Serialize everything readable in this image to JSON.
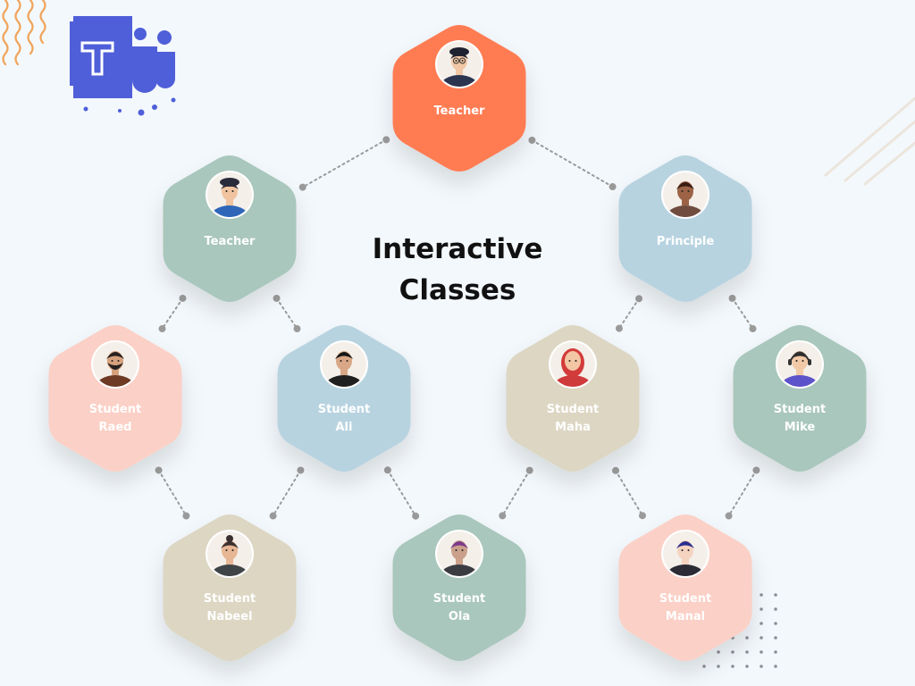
{
  "title": {
    "line1": "Interactive",
    "line2": "Classes"
  },
  "logo": {
    "icon": "microsoft-teams-logo",
    "letter": "T",
    "color": "#4f5fd9"
  },
  "colors": {
    "orange": "#ff7b52",
    "sage": "#a9c7bc",
    "blue": "#b8d3e0",
    "pink": "#fbd0c6",
    "beige": "#dcd6c3",
    "text_white": "#ffffff",
    "connector": "#9a9a9a"
  },
  "nodes": [
    {
      "id": "teacher-top",
      "role": "Teacher",
      "name": "",
      "color": "orange",
      "avatar": {
        "skin": "#f1c7a5",
        "hair": "#1f2230",
        "shirt": "#2b3550",
        "accessory": "hat-glasses"
      }
    },
    {
      "id": "teacher-left",
      "role": "Teacher",
      "name": "",
      "color": "sage",
      "avatar": {
        "skin": "#f0c4a0",
        "hair": "#2a2b3a",
        "shirt": "#2f66b8",
        "accessory": "beret"
      }
    },
    {
      "id": "principle",
      "role": "Principle",
      "name": "",
      "color": "blue",
      "avatar": {
        "skin": "#9c6346",
        "hair": "#3a1d12",
        "shirt": "#6f4c3e",
        "accessory": ""
      }
    },
    {
      "id": "student-raed",
      "role": "Student",
      "name": "Raed",
      "color": "pink",
      "avatar": {
        "skin": "#d7a07d",
        "hair": "#262020",
        "shirt": "#6e3a24",
        "accessory": "beard"
      }
    },
    {
      "id": "student-ali",
      "role": "Student",
      "name": "Ali",
      "color": "blue",
      "avatar": {
        "skin": "#d9a786",
        "hair": "#161616",
        "shirt": "#1f1f1f",
        "accessory": ""
      }
    },
    {
      "id": "student-maha",
      "role": "Student",
      "name": "Maha",
      "color": "beige",
      "avatar": {
        "skin": "#f3c6a4",
        "hair": "#d33b3b",
        "shirt": "#cf3a3a",
        "accessory": "hijab"
      }
    },
    {
      "id": "student-mike",
      "role": "Student",
      "name": "Mike",
      "color": "sage",
      "avatar": {
        "skin": "#f2c9a7",
        "hair": "#2d2a2a",
        "shirt": "#5c52c9",
        "accessory": "headphones"
      }
    },
    {
      "id": "student-nabeel",
      "role": "Student",
      "name": "Nabeel",
      "color": "beige",
      "avatar": {
        "skin": "#e7b694",
        "hair": "#3a3030",
        "shirt": "#3f4447",
        "accessory": "bun"
      }
    },
    {
      "id": "student-ola",
      "role": "Student",
      "name": "Ola",
      "color": "sage",
      "avatar": {
        "skin": "#caa08a",
        "hair": "#7c3a8c",
        "shirt": "#3b3b42",
        "accessory": ""
      }
    },
    {
      "id": "student-manal",
      "role": "Student",
      "name": "Manal",
      "color": "pink",
      "avatar": {
        "skin": "#f4d3c0",
        "hair": "#2a2f8f",
        "shirt": "#2b2b35",
        "accessory": ""
      }
    }
  ],
  "connectors": [
    {
      "from": "teacher-top",
      "to": "teacher-left"
    },
    {
      "from": "teacher-top",
      "to": "principle"
    },
    {
      "from": "teacher-left",
      "to": "student-raed"
    },
    {
      "from": "teacher-left",
      "to": "student-ali"
    },
    {
      "from": "principle",
      "to": "student-maha"
    },
    {
      "from": "principle",
      "to": "student-mike"
    },
    {
      "from": "student-raed",
      "to": "student-nabeel"
    },
    {
      "from": "student-ali",
      "to": "student-nabeel"
    },
    {
      "from": "student-ali",
      "to": "student-ola"
    },
    {
      "from": "student-maha",
      "to": "student-ola"
    },
    {
      "from": "student-maha",
      "to": "student-manal"
    },
    {
      "from": "student-mike",
      "to": "student-manal"
    }
  ]
}
